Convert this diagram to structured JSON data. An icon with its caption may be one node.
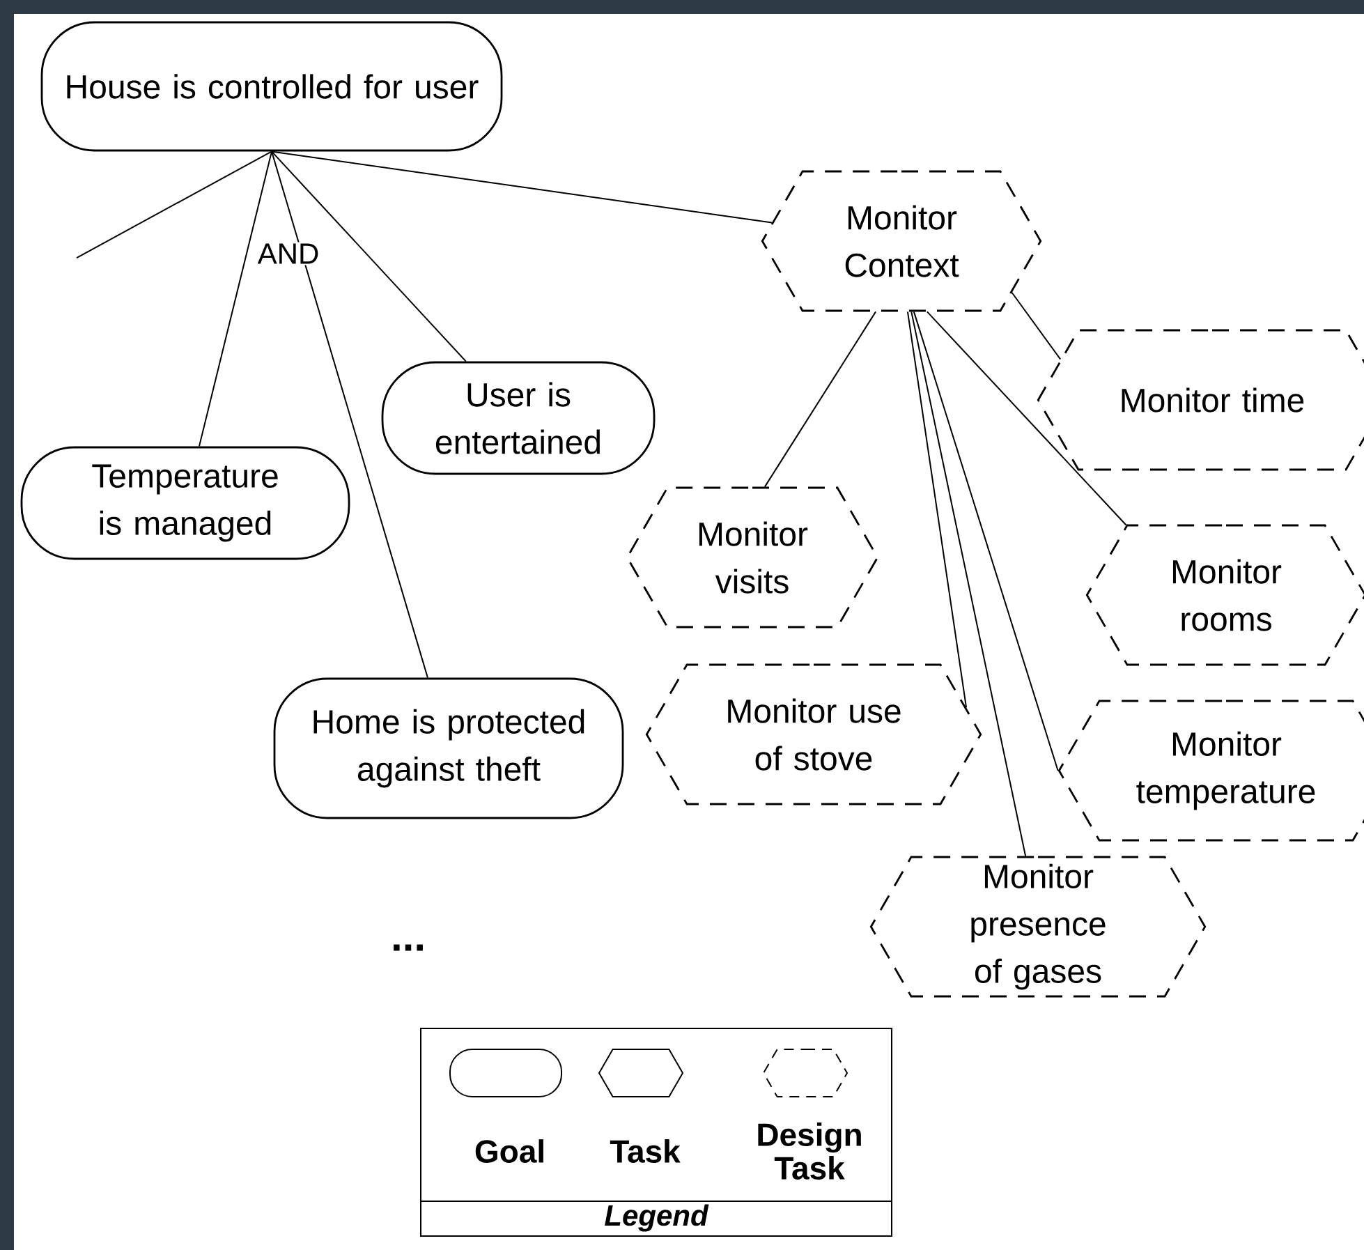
{
  "diagram": {
    "nodes": [
      {
        "text": [
          "House is controlled for user"
        ]
      },
      {
        "text": [
          "Monitor Context"
        ]
      },
      {
        "text": [
          "User is entertained"
        ]
      },
      {
        "text": [
          "Temperature is managed"
        ]
      },
      {
        "text": [
          "Home is protected against theft"
        ]
      },
      {
        "text": [
          "Monitor time"
        ]
      },
      {
        "text": [
          "Monitor visits"
        ]
      },
      {
        "text": [
          "Monitor rooms"
        ]
      },
      {
        "text": [
          "Monitor use of stove"
        ]
      },
      {
        "text": [
          "Monitor temperature"
        ]
      },
      {
        "text": [
          "Monitor presence of gases"
        ]
      }
    ],
    "edges": [
      {
        "from": 0,
        "to": null,
        "arrow": "none"
      },
      {
        "from": 0,
        "to": 1,
        "arrow": "none"
      },
      {
        "from": 0,
        "to": 2,
        "arrow": "none"
      },
      {
        "from": 0,
        "to": 3,
        "arrow": "none"
      },
      {
        "from": 0,
        "to": 4,
        "arrow": "none"
      },
      {
        "from": 1,
        "to": 5,
        "arrow": "none"
      },
      {
        "from": 1,
        "to": 6,
        "arrow": "none"
      },
      {
        "from": 1,
        "to": 7,
        "arrow": "none"
      },
      {
        "from": 1,
        "to": 8,
        "arrow": "none"
      },
      {
        "from": 1,
        "to": 9,
        "arrow": "none"
      },
      {
        "from": 1,
        "to": 10,
        "arrow": "none"
      }
    ],
    "labels": [
      "AND",
      "...",
      "Legend"
    ],
    "legend": [
      {
        "text": "Goal"
      },
      {
        "text": "Task"
      },
      {
        "text": "Design Task"
      }
    ]
  }
}
